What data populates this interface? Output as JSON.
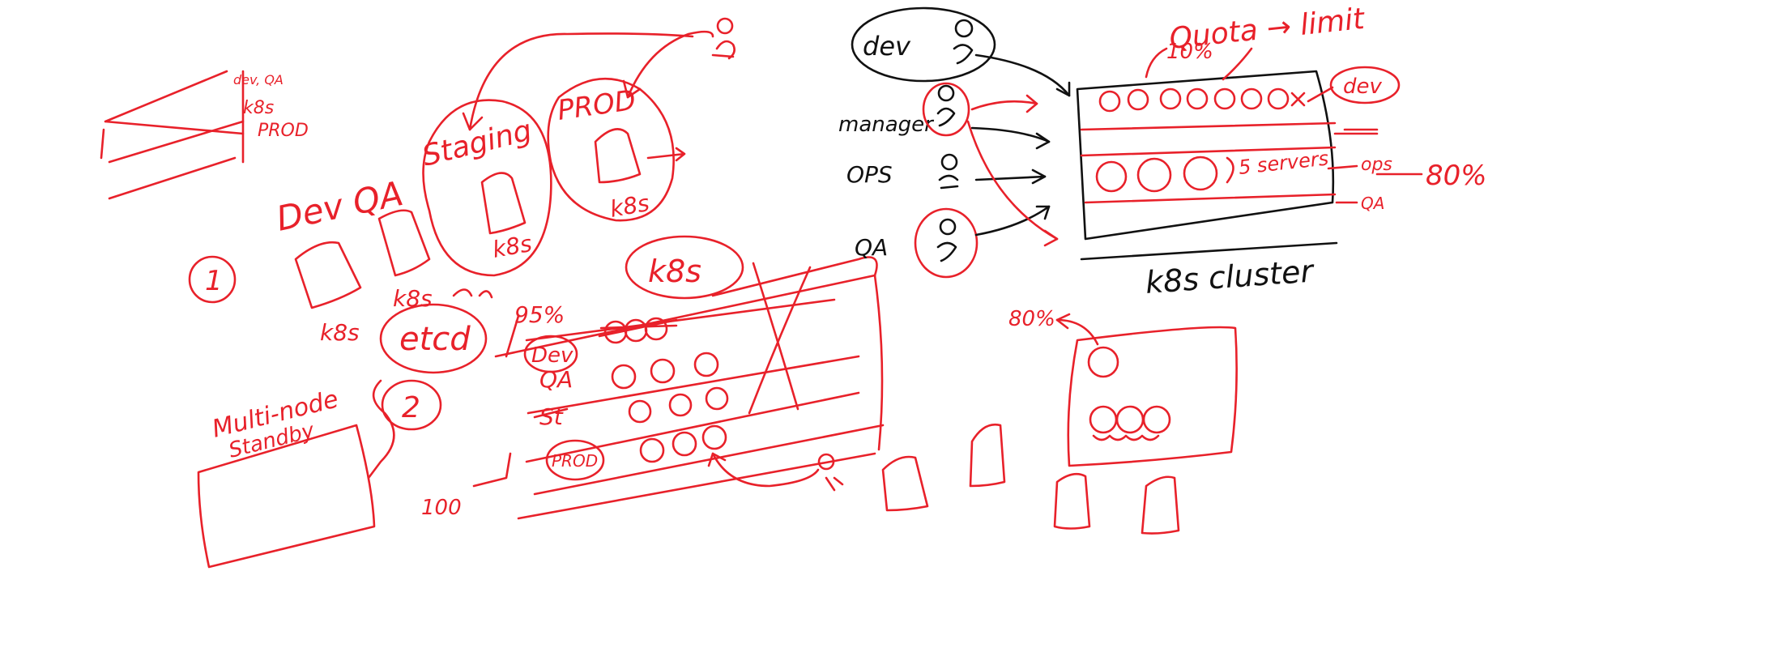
{
  "colors": {
    "red_ink": "#e8212a",
    "black_ink": "#111111",
    "background": "#ffffff"
  },
  "labels": {
    "topleft_devqa": "dev, QA",
    "topleft_k8s": "k8s",
    "topleft_prod": "PROD",
    "dev_qa": "Dev QA",
    "staging": "Staging",
    "prod": "PROD",
    "k8s_a": "k8s",
    "k8s_b": "k8s",
    "k8s_c": "k8s",
    "k8s_d": "k8s",
    "k8s_boxed": "k8s",
    "etcd": "etcd",
    "num_1": "1",
    "num_2": "2",
    "multi_node": "Multi-node",
    "standby": "Standby",
    "pct_95": "95%",
    "dev_row": "Dev",
    "qa_row": "QA",
    "st_row": "St",
    "prod_row": "PROD",
    "pct_100": "100",
    "role_dev": "dev",
    "role_manager": "manager",
    "role_ops": "OPS",
    "role_qa": "QA",
    "pct_10": "10%",
    "quota": "Quota → limit",
    "cluster_dev": "dev",
    "cluster_ops": "ops",
    "cluster_qa": "QA",
    "servers": "5 servers",
    "pct_80_right": "80%",
    "k8s_cluster": "k8s cluster",
    "pct_80_lower": "80%"
  }
}
